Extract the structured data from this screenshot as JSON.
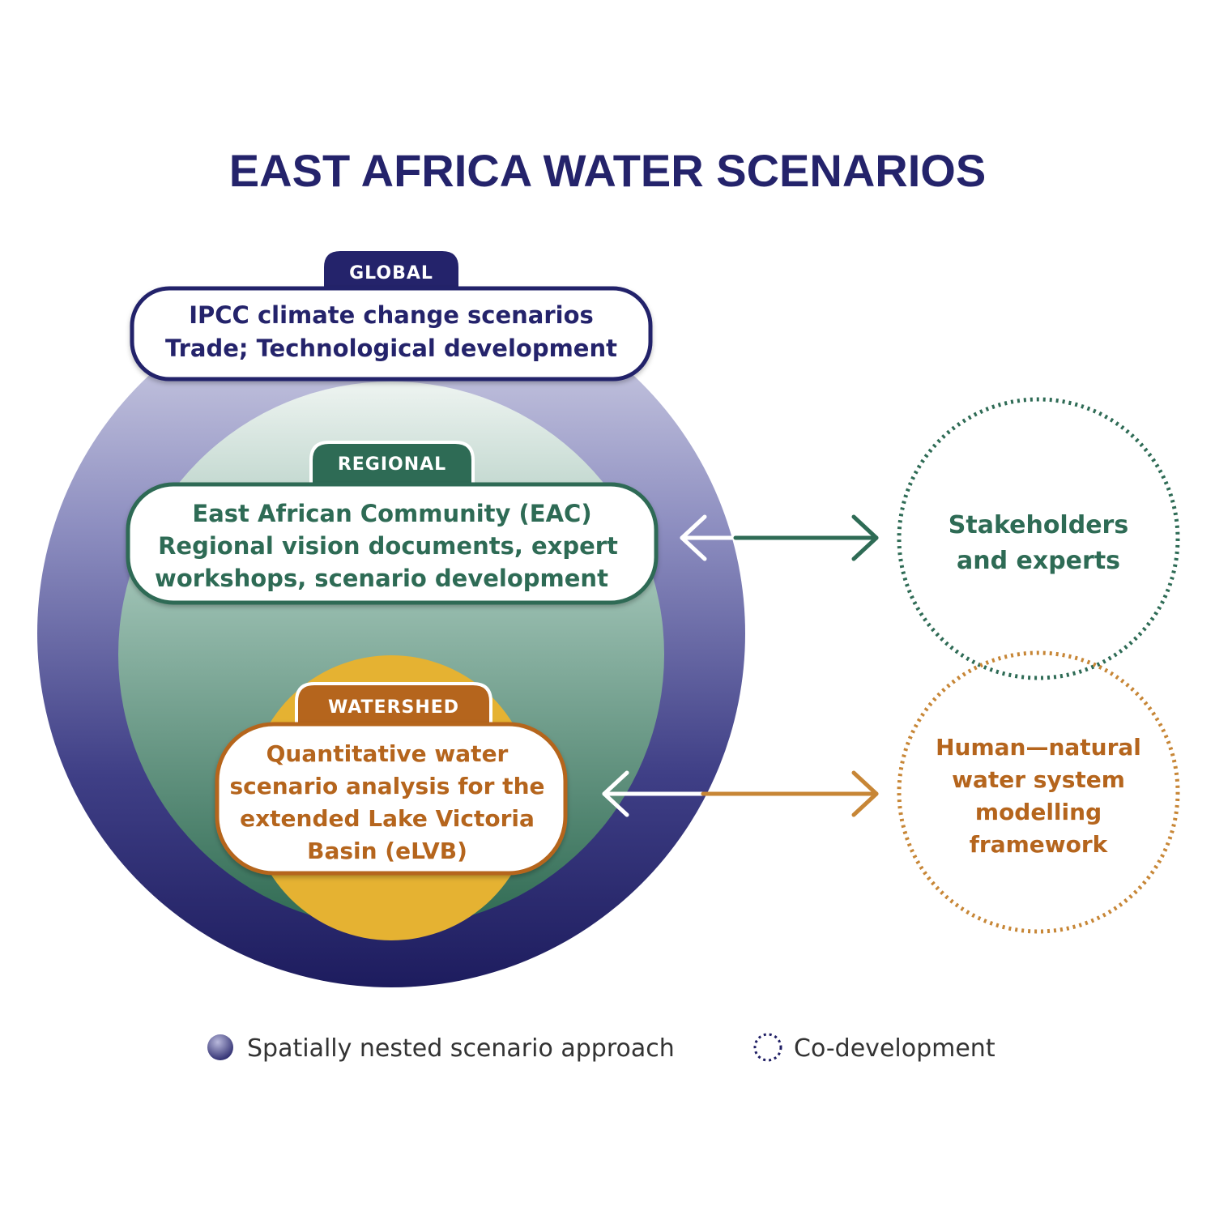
{
  "title": "EAST AFRICA WATER SCENARIOS",
  "levels": {
    "global": {
      "tab": "GLOBAL",
      "lines": [
        "IPCC climate change scenarios",
        "Trade; Technological development"
      ]
    },
    "regional": {
      "tab": "REGIONAL",
      "lines": [
        "East African Community (EAC)",
        "Regional vision documents, expert",
        "workshops, scenario development"
      ]
    },
    "watershed": {
      "tab": "WATERSHED",
      "lines": [
        "Quantitative water",
        "scenario analysis for the",
        "extended Lake Victoria",
        "Basin (eLVB)"
      ]
    }
  },
  "codevelopment": {
    "stakeholders": {
      "lines": [
        "Stakeholders",
        "and experts"
      ]
    },
    "modelling": {
      "lines": [
        "Human—natural",
        "water system",
        "modelling",
        "framework"
      ]
    }
  },
  "legend": {
    "nested": "Spatially nested scenario approach",
    "codev": "Co-development"
  },
  "colors": {
    "navy": "#24236b",
    "green": "#2e6b55",
    "gold": "#e5b232",
    "brown": "#b5651d",
    "ochre": "#c78636"
  }
}
